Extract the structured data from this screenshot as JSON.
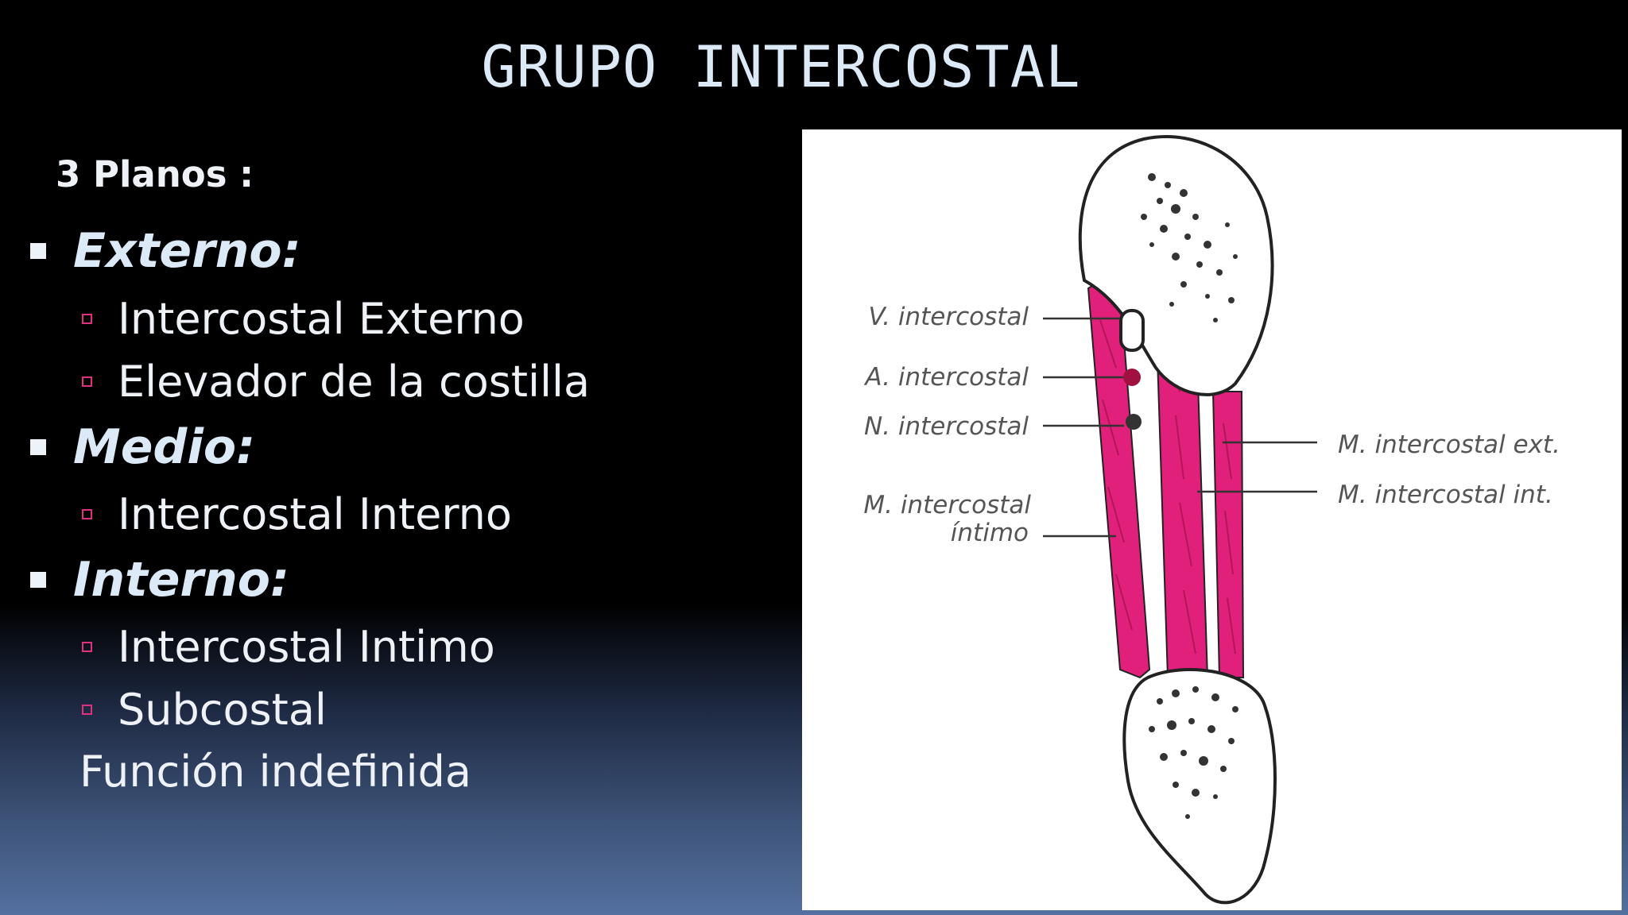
{
  "title": "GRUPO INTERCOSTAL",
  "intro": "3 Planos :",
  "sections": [
    {
      "heading": "Externo:",
      "items": [
        "Intercostal Externo",
        "Elevador de la costilla"
      ]
    },
    {
      "heading": "Medio:",
      "items": [
        "Intercostal Interno"
      ]
    },
    {
      "heading": "Interno:",
      "items": [
        "Intercostal Intimo",
        "Subcostal"
      ]
    }
  ],
  "note": "Función indefinida",
  "figure": {
    "labels": {
      "vena": "V. intercostal",
      "arteria": "A. intercostal",
      "nervio": "N. intercostal",
      "intimo_1": "M. intercostal",
      "intimo_2": "íntimo",
      "externo": "M. intercostal ext.",
      "interno": "M. intercostal int."
    },
    "colors": {
      "muscle": "#e0207a",
      "muscle_dark": "#a0104e",
      "artery": "#a01040",
      "nerve": "#333333"
    }
  }
}
